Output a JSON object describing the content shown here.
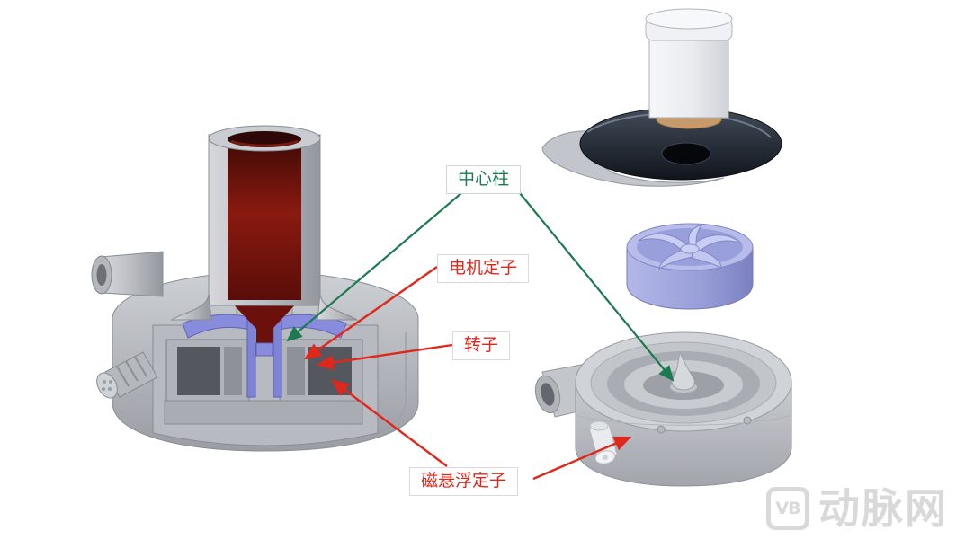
{
  "figure": {
    "labels": {
      "center_column": "中心柱",
      "motor_stator": "电机定子",
      "rotor": "转子",
      "maglev_stator": "磁悬浮定子"
    },
    "colors": {
      "green_accent": "#1c7a50",
      "red_accent": "#e0271c",
      "watermark_gray": "#d9d9d9",
      "tube_red": "#8a1a10",
      "rotor_blue": "#888cdc",
      "stator_dark": "#55575e"
    },
    "components": {
      "left_view": "pump-cross-section-cutaway",
      "right_view_top": "top-cover-with-inlet-tube",
      "right_view_middle": "impeller-rotor",
      "right_view_bottom": "pump-housing-volute"
    },
    "watermark": {
      "logo": "VB",
      "text": "动脉网"
    }
  }
}
